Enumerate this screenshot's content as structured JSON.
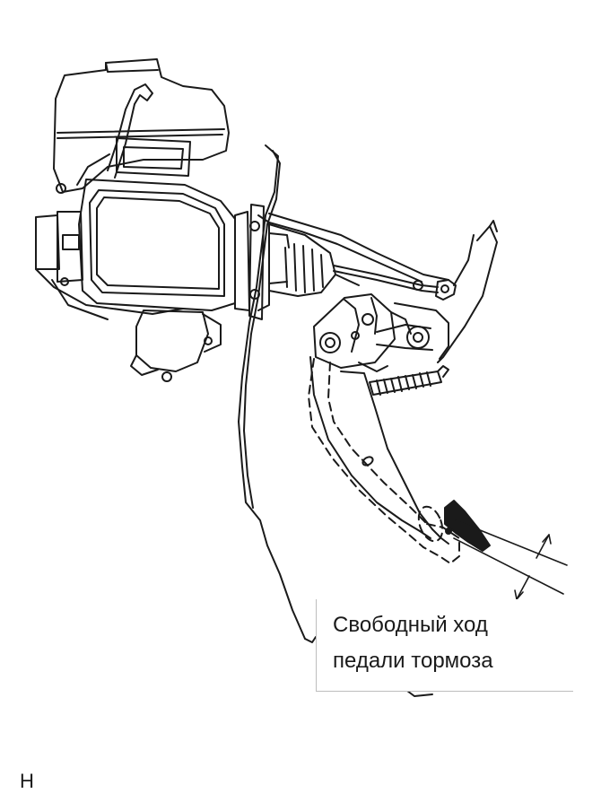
{
  "caption": {
    "line1": "Свободный ход",
    "line2": "педали тормоза"
  },
  "corner_label": "H"
}
